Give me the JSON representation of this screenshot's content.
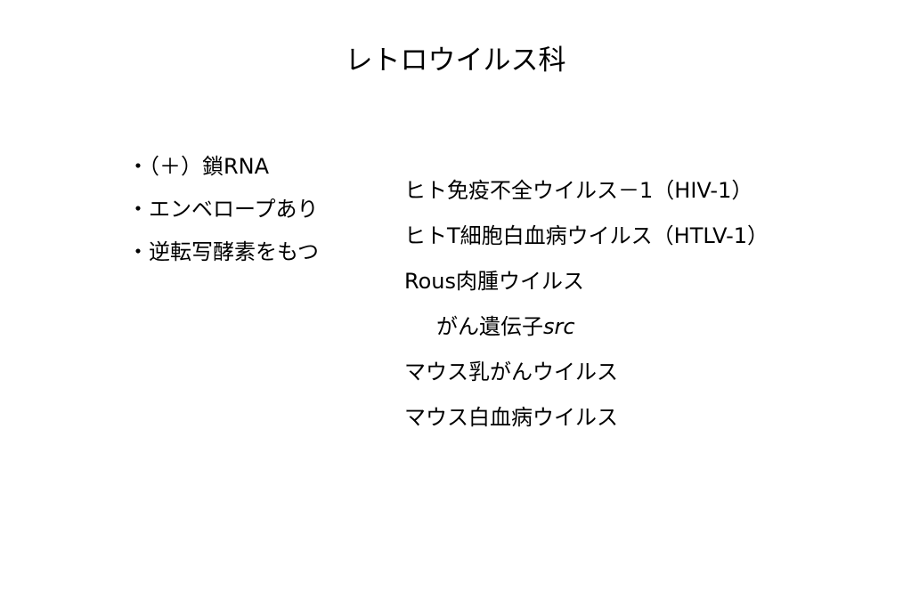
{
  "slide": {
    "title": "レトロウイルス科",
    "left_items": [
      "・（＋）鎖RNA",
      "・エンベロープあり",
      "・逆転写酵素をもつ"
    ],
    "right_items": [
      "ヒト免疫不全ウイルス－1（HIV-1）",
      "ヒトT細胞白血病ウイルス（HTLV-1）",
      "Rous肉腫ウイルス",
      {
        "prefix": "がん遺伝子",
        "italic": "src"
      },
      "マウス乳がんウイルス",
      "マウス白血病ウイルス"
    ]
  }
}
